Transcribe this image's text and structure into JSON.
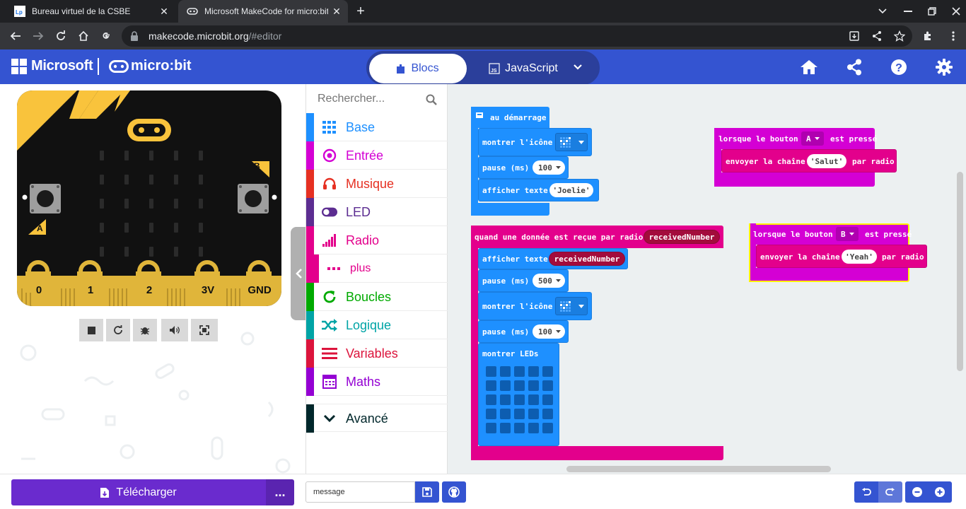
{
  "browser": {
    "tabs": [
      {
        "title": "Bureau virtuel de la CSBE",
        "active": false
      },
      {
        "title": "Microsoft MakeCode for micro:bit",
        "active": true
      }
    ],
    "url_main": "makecode.microbit.org",
    "url_rest": "/#editor"
  },
  "header": {
    "brand": "Microsoft",
    "product": "micro:bit",
    "mode_blocks": "Blocs",
    "mode_js": "JavaScript"
  },
  "simulator": {
    "pins": [
      "0",
      "1",
      "2",
      "3V",
      "GND"
    ],
    "button_a": "A",
    "button_b": "B"
  },
  "toolbox": {
    "search_placeholder": "Rechercher...",
    "categories": [
      {
        "label": "Base",
        "color": "#1e90ff",
        "icon": "grid-icon"
      },
      {
        "label": "Entrée",
        "color": "#d400d4",
        "icon": "target-icon"
      },
      {
        "label": "Musique",
        "color": "#e63022",
        "icon": "headphones-icon"
      },
      {
        "label": "LED",
        "color": "#5c2d91",
        "icon": "toggle-icon"
      },
      {
        "label": "Radio",
        "color": "#e3008c",
        "icon": "signal-bars-icon"
      },
      {
        "label": "plus",
        "color": "#e3008c",
        "icon": "dots-icon"
      },
      {
        "label": "Boucles",
        "color": "#00aa00",
        "icon": "refresh-icon"
      },
      {
        "label": "Logique",
        "color": "#00a4a6",
        "icon": "shuffle-icon"
      },
      {
        "label": "Variables",
        "color": "#dc143c",
        "icon": "lines-icon"
      },
      {
        "label": "Maths",
        "color": "#9400d3",
        "icon": "calculator-icon"
      },
      {
        "label": "Avancé",
        "color": "#00272b",
        "icon": "chevron-down-icon"
      }
    ]
  },
  "blocks": {
    "on_start": {
      "header": "au démarrage",
      "show_icon": "montrer l'icône",
      "pause": "pause (ms)",
      "pause_value": "100",
      "show_text": "afficher texte",
      "text_value": "Joelie"
    },
    "on_received": {
      "header": "quand une donnée est reçue par radio",
      "var": "receivedNumber",
      "show_text": "afficher texte",
      "show_text_var": "receivedNumber",
      "pause1": "pause (ms)",
      "pause1_value": "500",
      "show_icon": "montrer l'icône",
      "pause2": "pause (ms)",
      "pause2_value": "100",
      "show_leds": "montrer LEDs"
    },
    "button_a": {
      "header_pre": "lorsque le bouton",
      "button": "A",
      "header_post": "est pressé",
      "send": "envoyer la chaîne",
      "send_value": "Salut",
      "send_post": "par radio"
    },
    "button_b": {
      "header_pre": "lorsque le bouton",
      "button": "B",
      "header_post": "est pressé",
      "send": "envoyer la chaîne",
      "send_value": "Yeah",
      "send_post": "par radio"
    }
  },
  "footer": {
    "download_label": "Télécharger",
    "more_label": "...",
    "project_name": "message"
  }
}
